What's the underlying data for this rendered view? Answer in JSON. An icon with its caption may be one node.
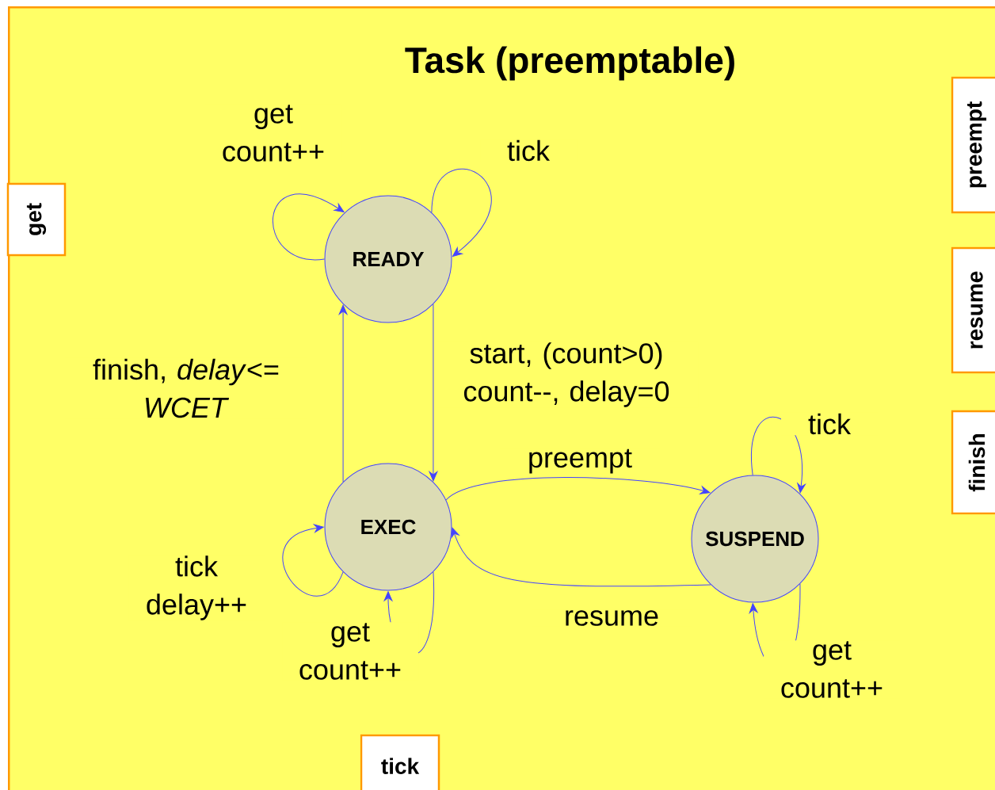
{
  "diagram": {
    "nodes": [
      {
        "text": [
          "Task (preemptable)"
        ]
      },
      {
        "text": [
          "READY"
        ],
        "in": 0
      },
      {
        "text": [
          "EXEC"
        ],
        "in": 0
      },
      {
        "text": [
          "SUSPEND"
        ],
        "in": 0
      },
      {
        "text": [
          "get"
        ],
        "in": 0
      },
      {
        "text": [
          "preempt"
        ],
        "in": 0
      },
      {
        "text": [
          "resume"
        ],
        "in": 0
      },
      {
        "text": [
          "finish"
        ],
        "in": 0
      },
      {
        "text": [
          "tick"
        ],
        "in": 0
      }
    ],
    "edges": [
      {
        "from": 1,
        "to": 1,
        "arrow": "to",
        "label": "get count++"
      },
      {
        "from": 1,
        "to": 1,
        "arrow": "to",
        "label": "tick"
      },
      {
        "from": 1,
        "to": 2,
        "arrow": "to",
        "label": "start, (count>0) count--, delay=0"
      },
      {
        "from": 2,
        "to": 1,
        "arrow": "to",
        "label": "finish, *delay*<= *WCET*"
      },
      {
        "from": 2,
        "to": 2,
        "arrow": "to",
        "label": "tick delay++"
      },
      {
        "from": 2,
        "to": 2,
        "arrow": "to",
        "label": "get count++"
      },
      {
        "from": 2,
        "to": 3,
        "arrow": "to",
        "label": "preempt"
      },
      {
        "from": 3,
        "to": 2,
        "arrow": "to",
        "label": "resume"
      },
      {
        "from": 3,
        "to": 3,
        "arrow": "to",
        "label": "tick"
      },
      {
        "from": 3,
        "to": 3,
        "arrow": "to",
        "label": "get count++"
      }
    ]
  }
}
